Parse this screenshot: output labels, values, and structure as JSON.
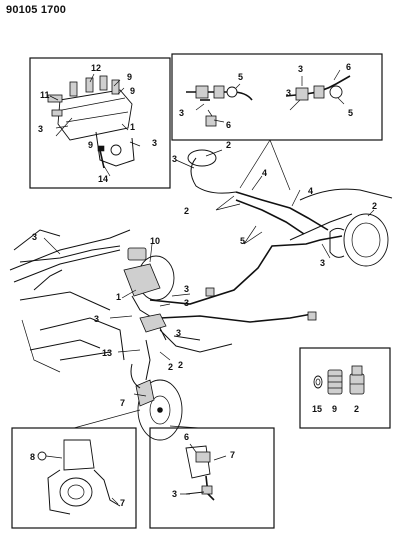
{
  "header": {
    "code": "90105 1700"
  },
  "callouts": {
    "tl": [
      "12",
      "9",
      "11",
      "9",
      "3",
      "1",
      "3",
      "9",
      "14"
    ],
    "tr": [
      "3",
      "5",
      "3",
      "6",
      "5",
      "3",
      "6"
    ],
    "main": [
      "2",
      "3",
      "4",
      "4",
      "2",
      "2",
      "3",
      "5",
      "3",
      "10",
      "3",
      "1",
      "3",
      "3",
      "3",
      "13",
      "2",
      "7",
      "2"
    ],
    "br": [
      "15",
      "9",
      "2"
    ],
    "bl": [
      "8",
      "7"
    ],
    "bm": [
      "6",
      "7",
      "3"
    ]
  }
}
